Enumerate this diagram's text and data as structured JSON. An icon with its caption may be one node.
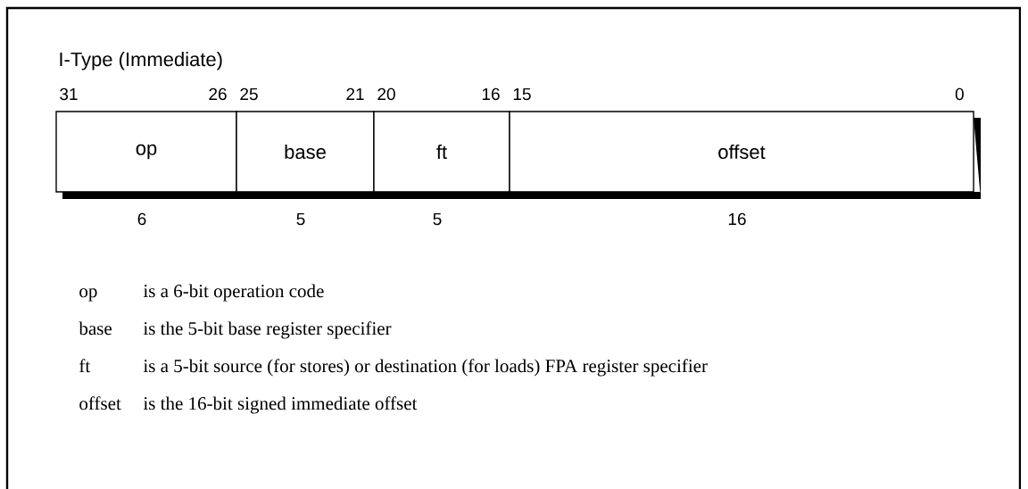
{
  "diagram": {
    "title": "I-Type (Immediate)",
    "nodes": [
      {
        "text": [
          "op"
        ],
        "beside": [
          "31",
          "26",
          "6"
        ]
      },
      {
        "text": [
          "base"
        ],
        "beside": [
          "25",
          "21",
          "5"
        ]
      },
      {
        "text": [
          "ft"
        ],
        "beside": [
          "20",
          "16",
          "5"
        ]
      },
      {
        "text": [
          "offset"
        ],
        "beside": [
          "15",
          "0",
          "16"
        ]
      }
    ],
    "labels": [
      "op",
      "is a 6-bit operation code",
      "base",
      "is the 5-bit base register specifier",
      "ft",
      "is a 5-bit source (for stores) or destination (for loads) FPA register specifier",
      "offset",
      "is the 16-bit signed immediate offset"
    ]
  }
}
